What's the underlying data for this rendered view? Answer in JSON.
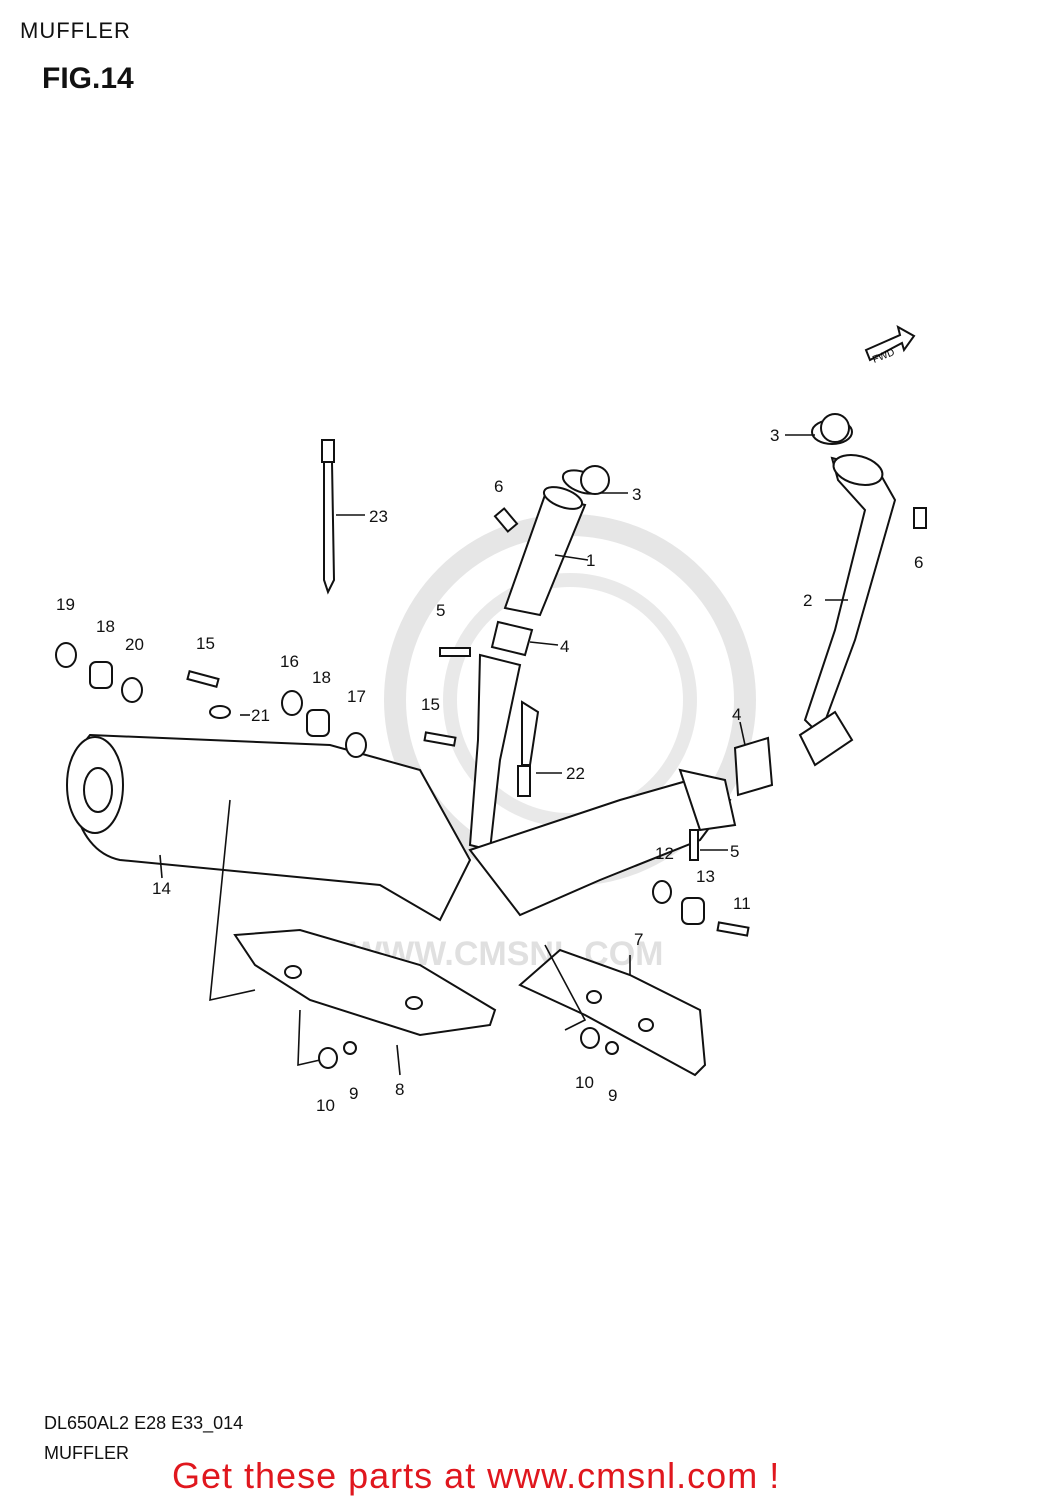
{
  "header": {
    "section": "MUFFLER",
    "figure": "FIG.14"
  },
  "direction_marker": "FWD",
  "watermark": "WWW.CMSNL.COM",
  "callouts": [
    "1",
    "2",
    "3",
    "3",
    "4",
    "4",
    "5",
    "5",
    "6",
    "6",
    "7",
    "8",
    "9",
    "9",
    "10",
    "10",
    "11",
    "12",
    "13",
    "14",
    "15",
    "15",
    "16",
    "17",
    "18",
    "18",
    "19",
    "20",
    "21",
    "22",
    "23"
  ],
  "footer": {
    "code": "DL650AL2 E28 E33_014",
    "name": "MUFFLER"
  },
  "promo": "Get these parts at www.cmsnl.com !"
}
